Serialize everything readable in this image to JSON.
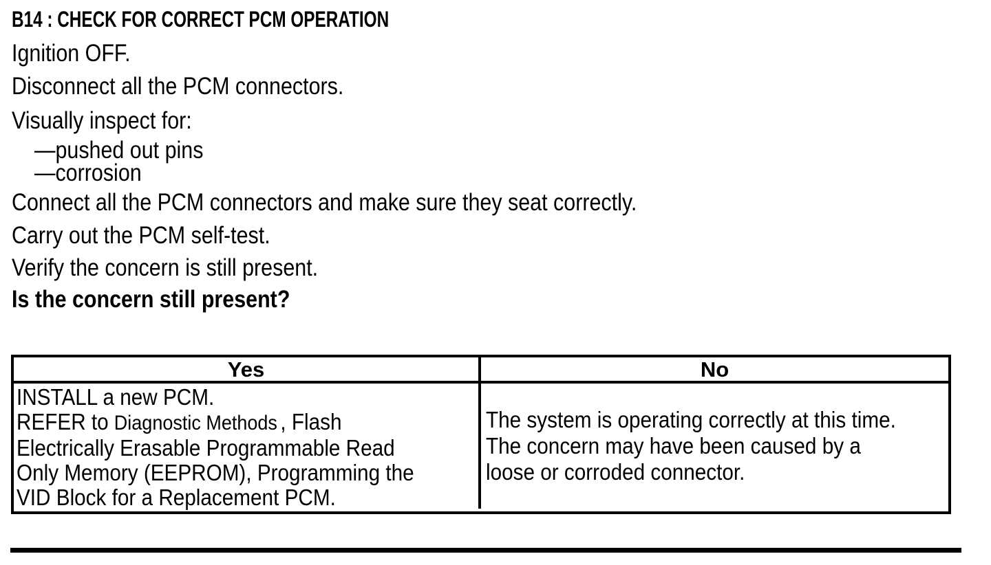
{
  "document": {
    "title": "B14 : CHECK FOR CORRECT PCM OPERATION",
    "steps": [
      {
        "text": "Ignition OFF."
      },
      {
        "text": "Disconnect all the PCM connectors."
      },
      {
        "text": "Visually inspect for:"
      },
      {
        "text": "—pushed out pins"
      },
      {
        "text": "—corrosion"
      },
      {
        "text": "Connect all the PCM connectors and make sure they seat correctly."
      },
      {
        "text": "Carry out the PCM self-test."
      },
      {
        "text": "Verify the concern is still present."
      }
    ],
    "question": "Is the concern still present?",
    "decision_table": {
      "headers": {
        "yes": "Yes",
        "no": "No"
      },
      "yes_action": {
        "line1": "INSTALL a new PCM.",
        "line2_prefix": "REFER to",
        "line2_reference": "Diagnostic Methods",
        "line2_suffix": ", Flash",
        "line3": "Electrically Erasable Programmable Read",
        "line4": "Only Memory (EEPROM), Programming the",
        "line5": "VID Block for a Replacement PCM."
      },
      "no_action": {
        "line1": "The system is operating correctly at this time.",
        "line2": "The concern may have been caused by a",
        "line3": "loose or corroded connector."
      }
    },
    "colors": {
      "text": "#000000",
      "background": "#ffffff",
      "border": "#000000"
    }
  }
}
